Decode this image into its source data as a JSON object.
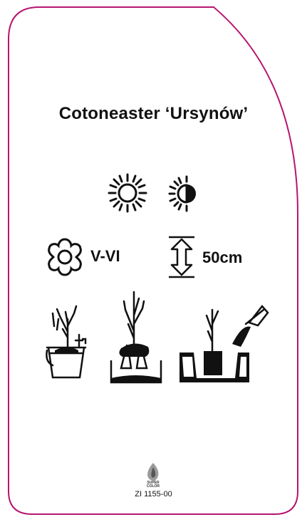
{
  "label": {
    "title": "Cotoneaster ‘Ursynów’",
    "flowering": "V-VI",
    "height": "50cm",
    "code": "ZI 1155-00",
    "logo_line1": "SUPER",
    "logo_line2": "COLOR"
  },
  "icons": [
    "sun-icon",
    "half-shade-icon",
    "flower-icon",
    "height-arrow-icon",
    "bucket-watering-icon",
    "container-plant-icon",
    "planting-hole-icon"
  ],
  "colors": {
    "border": "#b5156f",
    "ink": "#111111"
  }
}
